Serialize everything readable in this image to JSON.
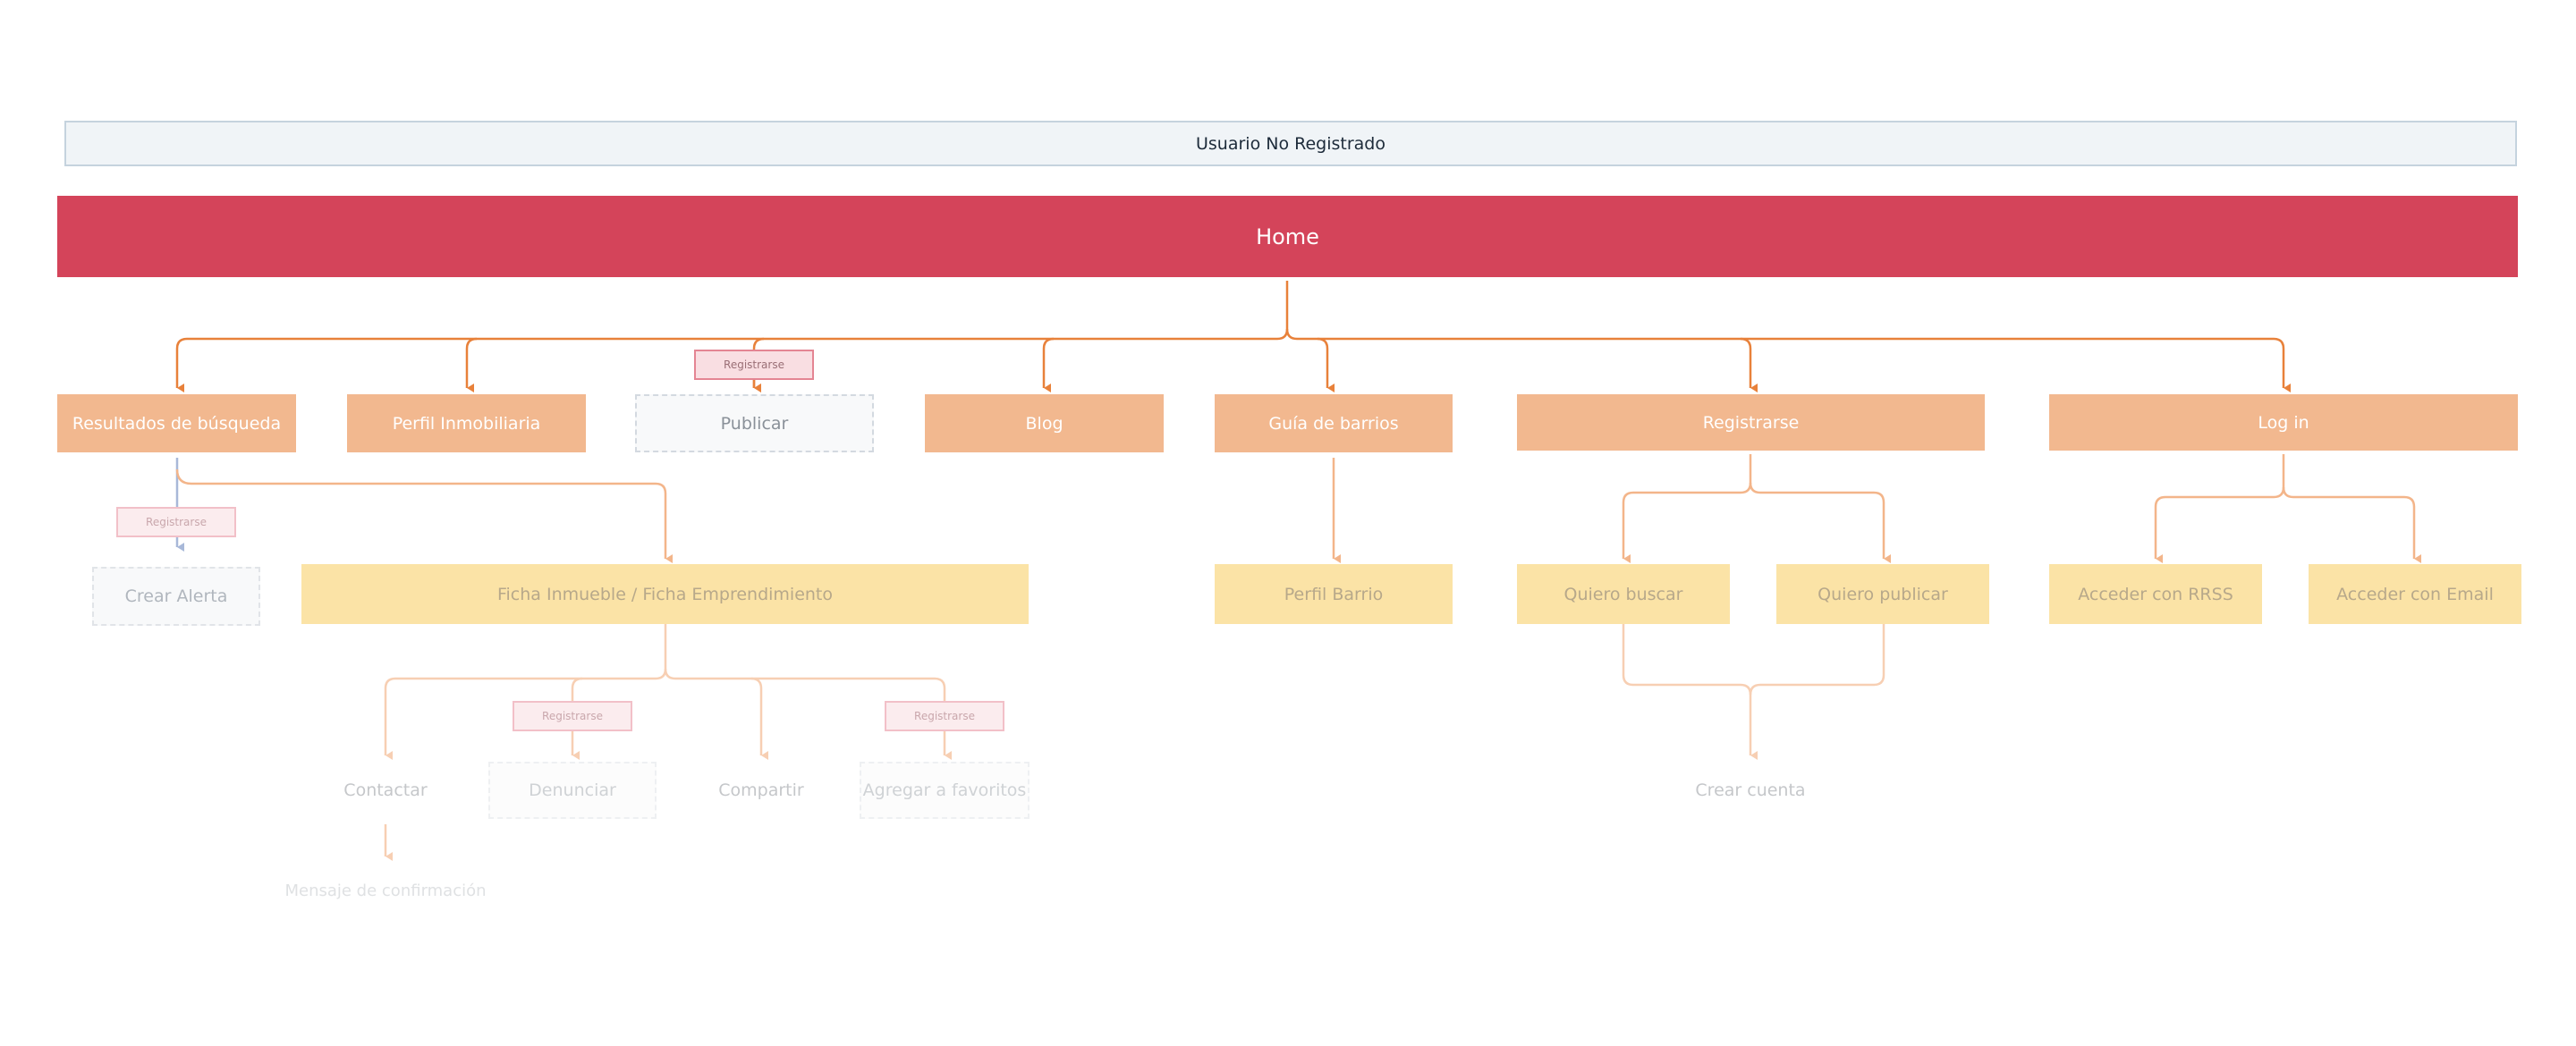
{
  "header": {
    "title": "Usuario No Registrado"
  },
  "home": {
    "label": "Home"
  },
  "level1": {
    "resultados": "Resultados de búsqueda",
    "perfil_inmobiliaria": "Perfil Inmobiliaria",
    "publicar": "Publicar",
    "blog": "Blog",
    "guia_barrios": "Guía de barrios",
    "registrarse": "Registrarse",
    "login": "Log in"
  },
  "tags": {
    "registrarse": "Registrarse"
  },
  "level2": {
    "crear_alerta": "Crear Alerta",
    "ficha": "Ficha Inmueble / Ficha Emprendimiento",
    "perfil_barrio": "Perfil Barrio",
    "quiero_buscar": "Quiero buscar",
    "quiero_publicar": "Quiero publicar",
    "acceder_rrss": "Acceder con RRSS",
    "acceder_email": "Acceder con Email"
  },
  "level3": {
    "contactar": "Contactar",
    "denunciar": "Denunciar",
    "compartir": "Compartir",
    "agregar_favoritos": "Agregar a favoritos",
    "crear_cuenta": "Crear cuenta"
  },
  "level4": {
    "mensaje_confirmacion": "Mensaje de confirmación"
  },
  "colors": {
    "home": "#d4445a",
    "level1": "#f2b88f",
    "level2": "#fbe3a6",
    "connector_primary": "#e8813a",
    "connector_secondary": "#f3b58a",
    "connector_blue": "#a8b8d8",
    "tag_border": "#e48593"
  }
}
